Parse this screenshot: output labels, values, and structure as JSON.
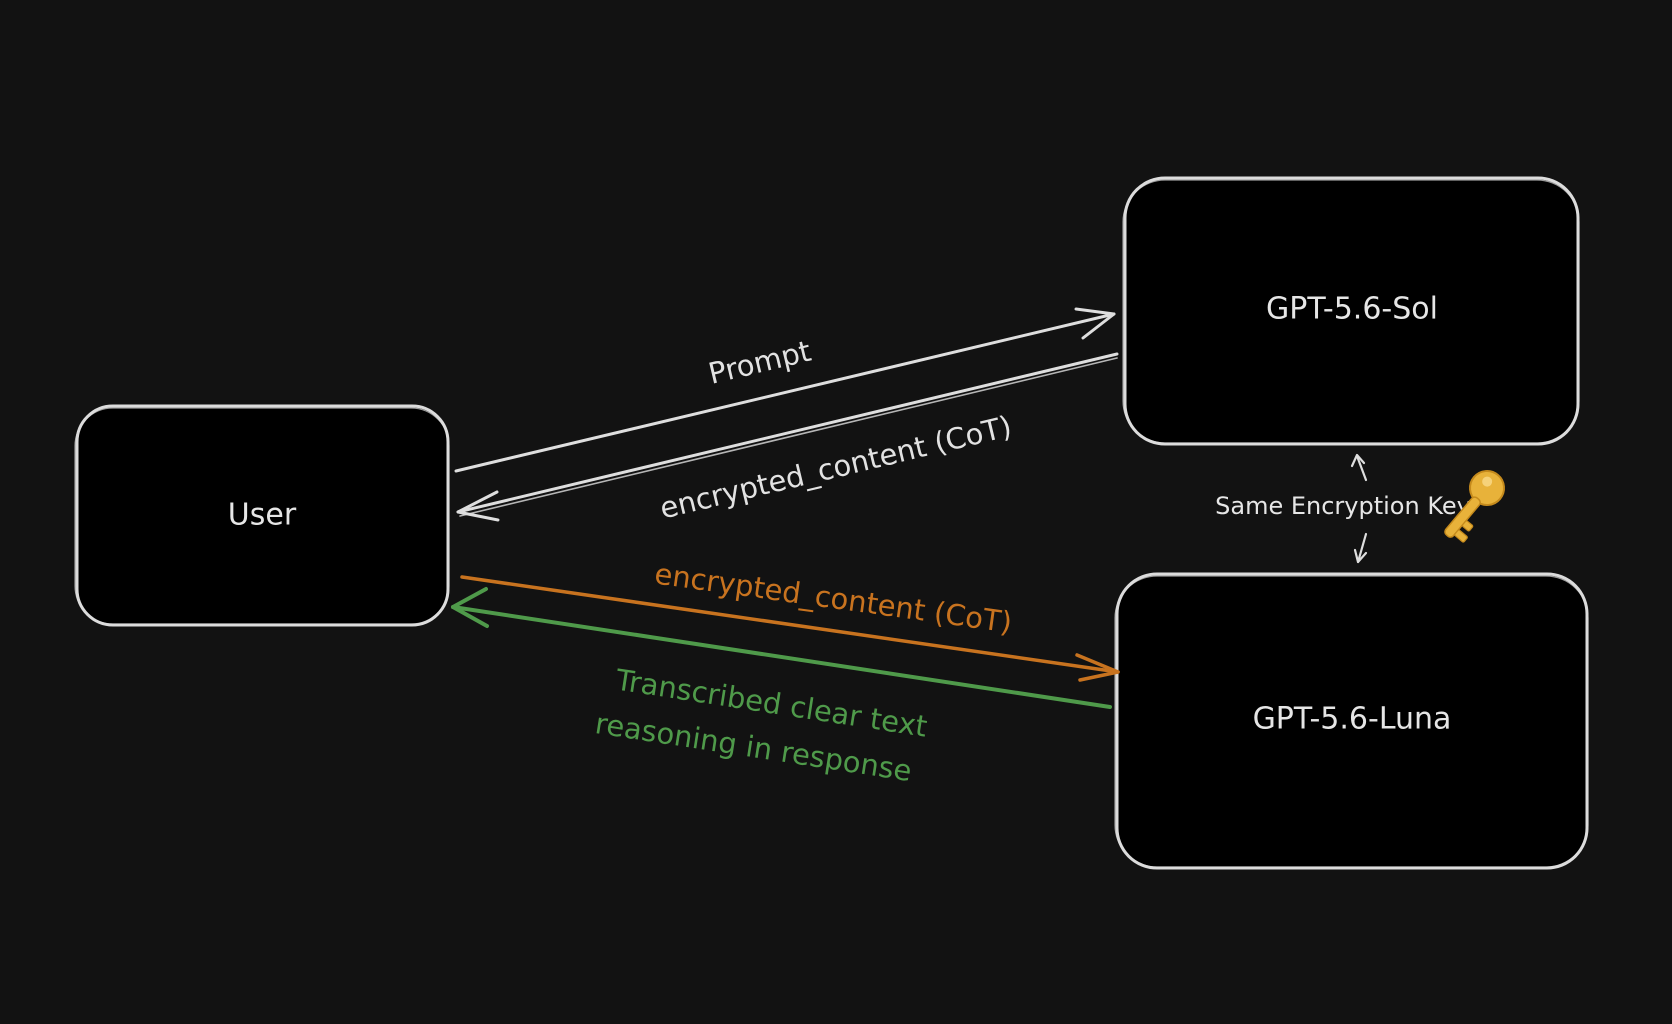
{
  "nodes": {
    "user": {
      "label": "User"
    },
    "sol": {
      "label": "GPT-5.6-Sol"
    },
    "luna": {
      "label": "GPT-5.6-Luna"
    }
  },
  "edges": {
    "prompt": {
      "label": "Prompt",
      "color": "#dedede"
    },
    "sol_encrypted": {
      "label": "encrypted_content (CoT)",
      "color": "#dedede"
    },
    "user_to_luna": {
      "label": "encrypted_content (CoT)",
      "color": "#c8731f"
    },
    "luna_to_user": {
      "line1": "Transcribed clear text",
      "line2": "reasoning in response",
      "color": "#4f9a4a"
    },
    "shared_key": {
      "label": "Same Encryption Key",
      "icon": "key-icon"
    }
  },
  "colors": {
    "background": "#121212",
    "stroke": "#dcdcdc",
    "orange": "#c8731f",
    "green": "#4f9a4a",
    "key": "#e8b23a"
  }
}
